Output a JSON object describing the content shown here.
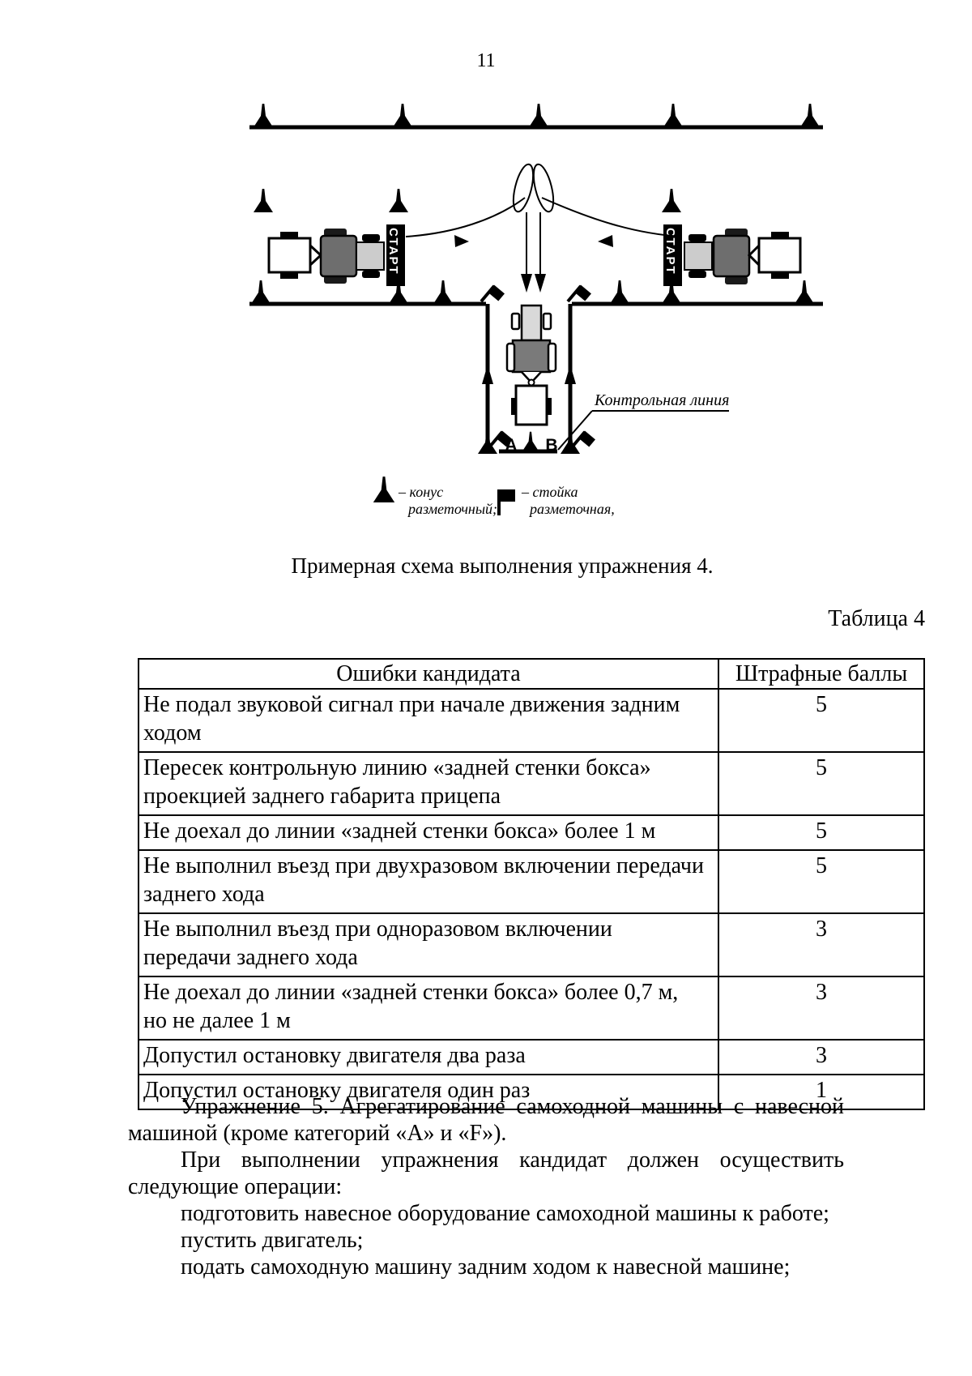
{
  "page_number": "11",
  "diagram": {
    "start_label": "СТАРТ",
    "control_line_label": "Контрольная линия",
    "marker_a": "A",
    "marker_b": "B",
    "legend_cone_line1": "– конус",
    "legend_cone_line2": "разметочный;",
    "legend_stand_line1": "– стойка",
    "legend_stand_line2": "разметочная,",
    "caption": "Примерная схема выполнения упражнения 4."
  },
  "table": {
    "label": "Таблица 4",
    "col_errors": "Ошибки кандидата",
    "col_points": "Штрафные баллы",
    "rows": [
      {
        "error": "Не подал звуковой сигнал при начале движения задним\nходом",
        "points": "5"
      },
      {
        "error": "Пересек контрольную линию «задней стенки бокса»\nпроекцией заднего габарита прицепа",
        "points": "5"
      },
      {
        "error": "Не доехал до линии «задней стенки бокса» более 1 м",
        "points": "5"
      },
      {
        "error": "Не выполнил въезд при двухразовом включении передачи\nзаднего хода",
        "points": "5"
      },
      {
        "error": "Не выполнил въезд при одноразовом включении\nпередачи заднего хода",
        "points": "3"
      },
      {
        "error": "Не доехал до линии «задней стенки бокса» более 0,7 м,\nно не далее 1 м",
        "points": "3"
      },
      {
        "error": "Допустил остановку двигателя два раза",
        "points": "3"
      },
      {
        "error": "Допустил остановку двигателя один раз",
        "points": "1"
      }
    ]
  },
  "text": {
    "p1": "Упражнение 5. Агрегатирование самоходной машины с навесной машиной (кроме категорий «А» и «F»).",
    "p2": "При выполнении упражнения кандидат должен осуществить следующие операции:",
    "p3": "подготовить навесное оборудование самоходной машины к работе;",
    "p4": "пустить двигатель;",
    "p5": "подать самоходную машину задним ходом к навесной машине;"
  }
}
